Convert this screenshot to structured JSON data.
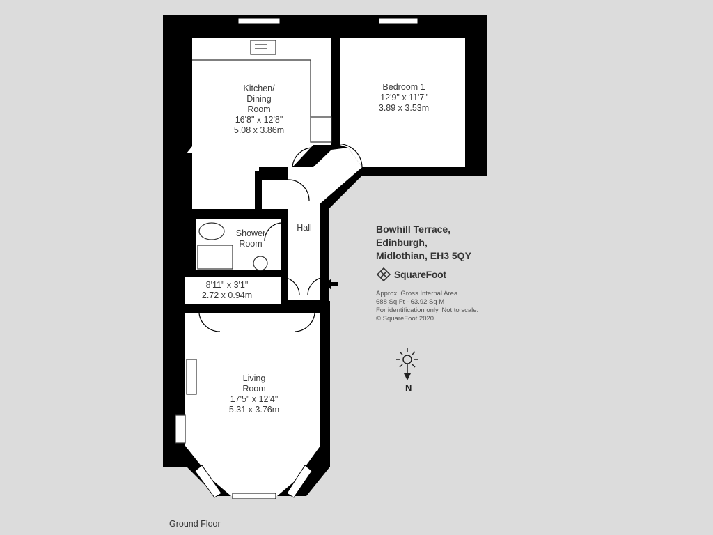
{
  "rooms": {
    "kitchen": {
      "name_line1": "Kitchen/",
      "name_line2": "Dining",
      "name_line3": "Room",
      "dim_imperial": "16'8\" x 12'8\"",
      "dim_metric": "5.08 x 3.86m"
    },
    "bedroom": {
      "name": "Bedroom 1",
      "dim_imperial": "12'9\" x 11'7\"",
      "dim_metric": "3.89 x 3.53m"
    },
    "shower": {
      "name_line1": "Shower",
      "name_line2": "Room"
    },
    "hall": {
      "name": "Hall"
    },
    "corridor": {
      "dim_imperial": "8'11\" x 3'1\"",
      "dim_metric": "2.72 x 0.94m"
    },
    "living": {
      "name_line1": "Living",
      "name_line2": "Room",
      "dim_imperial": "17'5\" x 12'4\"",
      "dim_metric": "5.31 x 3.76m"
    }
  },
  "address": {
    "line1": "Bowhill Terrace,",
    "line2": "Edinburgh,",
    "line3": "Midlothian, EH3 5QY"
  },
  "brand": {
    "name": "SquareFoot",
    "logo_icon": "squarefoot-logo-icon"
  },
  "notes": {
    "line1": "Approx. Gross Internal Area",
    "line2": "688 Sq Ft  -  63.92 Sq M",
    "line3": "For identification only. Not to scale.",
    "line4": "© SquareFoot 2020"
  },
  "compass": {
    "label": "N",
    "icon": "compass-sun-icon"
  },
  "floor": {
    "label": "Ground Floor"
  },
  "colors": {
    "wall": "#000000",
    "floor": "#ffffff",
    "background": "#dcdcdc",
    "text": "#3a3a3a"
  }
}
